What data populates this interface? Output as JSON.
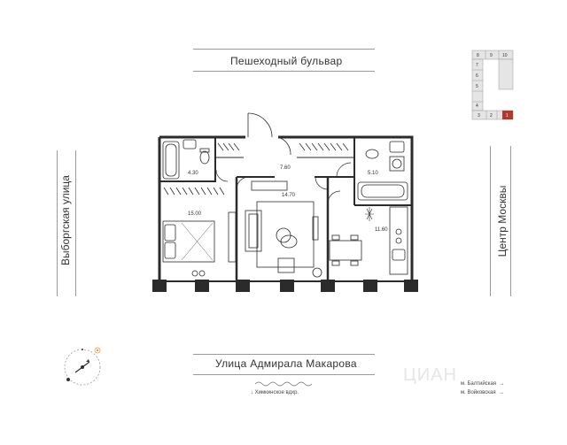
{
  "streets": {
    "top": "Пешеходный бульвар",
    "bottom": "Улица Адмирала Макарова",
    "left": "Выборгская улица",
    "right": "Центр Москвы"
  },
  "rooms": {
    "bathroom1": "4.30",
    "hall": "7.60",
    "bathroom2": "5.10",
    "living": "14.70",
    "bedroom": "15.00",
    "kitchen": "11.60"
  },
  "metro": {
    "line1": "м. Балтийская",
    "line2": "м. Войковская"
  },
  "reservoir": "Химкинское вдхр.",
  "watermark": "ЦИАН",
  "section_plan": {
    "numbers": [
      "8",
      "9",
      "10",
      "7",
      "6",
      "5",
      "4",
      "3",
      "2",
      "1"
    ],
    "highlight": "1",
    "highlight_color": "#b5362b"
  }
}
